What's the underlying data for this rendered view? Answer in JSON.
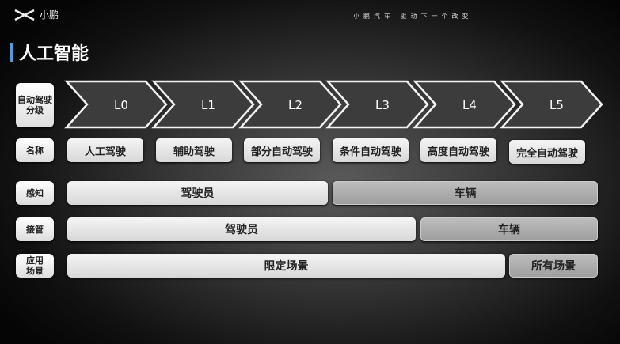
{
  "header": {
    "brand": "小鹏",
    "slogan": "小鹏汽车  驱动下一个改变"
  },
  "title": "人工智能",
  "row_labels": {
    "levels": "自动驾驶分级",
    "names": "名称",
    "perception": "感知",
    "takeover": "接管",
    "scenario": "应用场景"
  },
  "levels": [
    "L0",
    "L1",
    "L2",
    "L3",
    "L4",
    "L5"
  ],
  "names": [
    "人工驾驶",
    "辅助驾驶",
    "部分自动驾驶",
    "条件自动驾驶",
    "高度自动驾驶",
    "完全自动驾驶"
  ],
  "perception": {
    "driver": "驾驶员",
    "vehicle": "车辆"
  },
  "takeover": {
    "driver": "驾驶员",
    "vehicle": "车辆"
  },
  "scenario": {
    "limited": "限定场景",
    "all": "所有场景"
  }
}
